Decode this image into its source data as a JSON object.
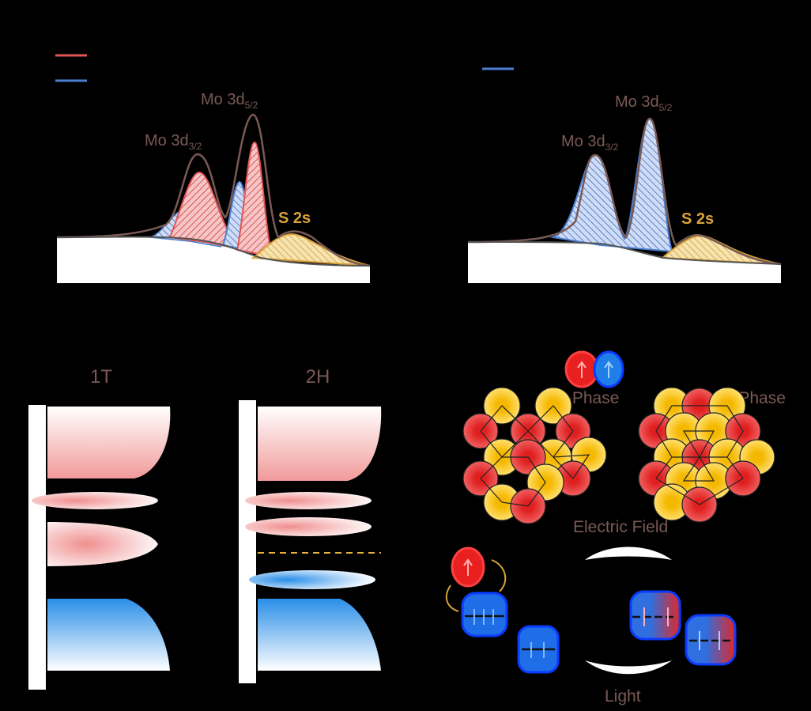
{
  "panel_a": {
    "peak_mo32": "Mo 3d",
    "peak_mo32_sub": "3/2",
    "peak_mo52": "Mo 3d",
    "peak_mo52_sub": "5/2",
    "peak_s2s": "S 2s",
    "legend_colors": [
      "#e05555",
      "#4a7fd4"
    ]
  },
  "panel_b": {
    "peak_mo32": "Mo 3d",
    "peak_mo32_sub": "3/2",
    "peak_mo52": "Mo 3d",
    "peak_mo52_sub": "5/2",
    "peak_s2s": "S 2s",
    "legend_color": "#4a7fd4"
  },
  "panel_c": {
    "label_1t": "1T",
    "label_2h": "2H"
  },
  "panel_d": {
    "phase_2h": "2H-Phase",
    "phase_1t": "1T-Phase",
    "electric_field": "Electric Field",
    "light": "Light"
  },
  "colors": {
    "envelope": "#7a5a55",
    "mo_red": "#e04848",
    "mo_blue": "#3f7fe0",
    "sulfur": "#e8b23a",
    "label": "#7a5a55"
  }
}
